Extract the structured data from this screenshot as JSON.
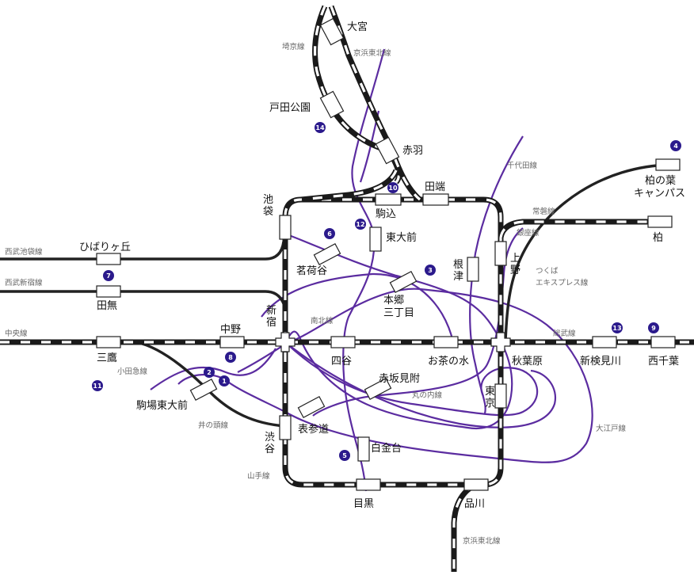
{
  "colors": {
    "jr_rail": "#1a1a1a",
    "metro_route": "#5b2ca0",
    "private_rail": "#222222",
    "marker": "#2b1a8c",
    "line_label": "#666666"
  },
  "stations": {
    "omiya": "大宮",
    "todakoen": "戸田公園",
    "akabane": "赤羽",
    "tabata": "田端",
    "komagome": "駒込",
    "ikebukuro": "池\n袋",
    "todaimae": "東大前",
    "kashiwanoha": "柏の葉\nキャンパス",
    "kashiwa": "柏",
    "hibarigaoka": "ひばりヶ丘",
    "tanashi": "田無",
    "myogadani": "茗荷谷",
    "hongo": "本郷\n三丁目",
    "nezu": "根\n津",
    "ueno": "上\n野",
    "mitaka": "三鷹",
    "nakano": "中野",
    "shinjuku": "新\n宿",
    "yotsuya": "四谷",
    "ochanomizu": "お茶の水",
    "akihabara": "秋葉原",
    "shinkemigawa": "新検見川",
    "nishichiba": "西千葉",
    "komaba": "駒場東大前",
    "akasaka": "赤坂見附",
    "tokyo": "東\n京",
    "omotesando": "表参道",
    "shibuya": "渋\n谷",
    "shirokanedai": "白金台",
    "meguro": "目黒",
    "shinagawa": "品川"
  },
  "lines": {
    "saikyo": "埼京線",
    "keihin_north": "京浜東北線",
    "chiyoda": "千代田線",
    "joban": "常磐線",
    "ginza": "銀座線",
    "tsukuba": "つくば\nエキスプレス線",
    "seibu_ikebukuro": "西武池袋線",
    "seibu_shinjuku": "西武新宿線",
    "chuo": "中央線",
    "nanboku": "南北線",
    "sobu": "総武線",
    "odakyu": "小田急線",
    "marunouchi": "丸の内線",
    "inokashira": "井の頭線",
    "oedo": "大江戸線",
    "yamanote": "山手線",
    "keihin_south": "京浜東北線"
  },
  "markers": {
    "m1": "❶",
    "m2": "❷",
    "m3": "❸",
    "m4": "❹",
    "m5": "❺",
    "m6": "❻",
    "m7": "❼",
    "m8": "❽",
    "m9": "❾",
    "m10": "❿",
    "m11": "⓫",
    "m12": "⓬",
    "m13": "⓭",
    "m14": "⓮"
  }
}
